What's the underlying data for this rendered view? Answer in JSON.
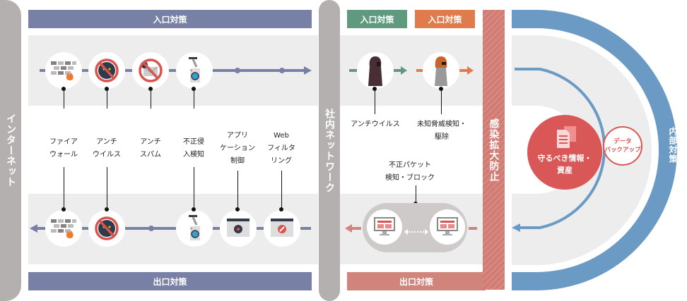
{
  "left_bar": {
    "label": "インターネット"
  },
  "middle_bar": {
    "label": "社内ネットワーク"
  },
  "containment_bar": {
    "label": "感染拡大防止"
  },
  "internal_bar": {
    "label": "内部対策"
  },
  "perimeter": {
    "entry_title": "入口対策",
    "exit_title": "出口対策",
    "entry_icons": [
      {
        "icon": "firewall-icon"
      },
      {
        "icon": "anti-virus-icon"
      },
      {
        "icon": "anti-spam-icon"
      },
      {
        "icon": "ids-camera-icon"
      }
    ],
    "exit_icons": [
      {
        "icon": "firewall-icon"
      },
      {
        "icon": "anti-virus-icon"
      },
      {
        "icon": "ids-camera-icon"
      },
      {
        "icon": "app-control-icon"
      },
      {
        "icon": "web-filter-icon"
      }
    ],
    "labels": [
      "ファイア\nウォール",
      "アンチ\nウイルス",
      "アンチ\nスパム",
      "不正侵\n入検知",
      "アプリ\nケーション\n制御",
      "Web\nフィルタ\nリング"
    ]
  },
  "internal_network": {
    "entry_title_green": "入口対策",
    "entry_title_orange": "入口対策",
    "exit_title": "出口対策",
    "labels": {
      "antivirus": "アンチウイルス",
      "unknown_threat": "未知脅威検知・\n駆除",
      "packet": "不正パケット\n検知・ブロック"
    }
  },
  "asset": {
    "label": "守るべき情報・\n資産",
    "backup": "データ\nバックアップ"
  },
  "colors": {
    "perimeter": "#7880a6",
    "green": "#5f9a7e",
    "orange": "#df7b4c",
    "exit_red": "#d0847c",
    "internal_blue": "#6b9bc4",
    "asset_red": "#d95757",
    "gray_bar": "#b5b0b0"
  }
}
